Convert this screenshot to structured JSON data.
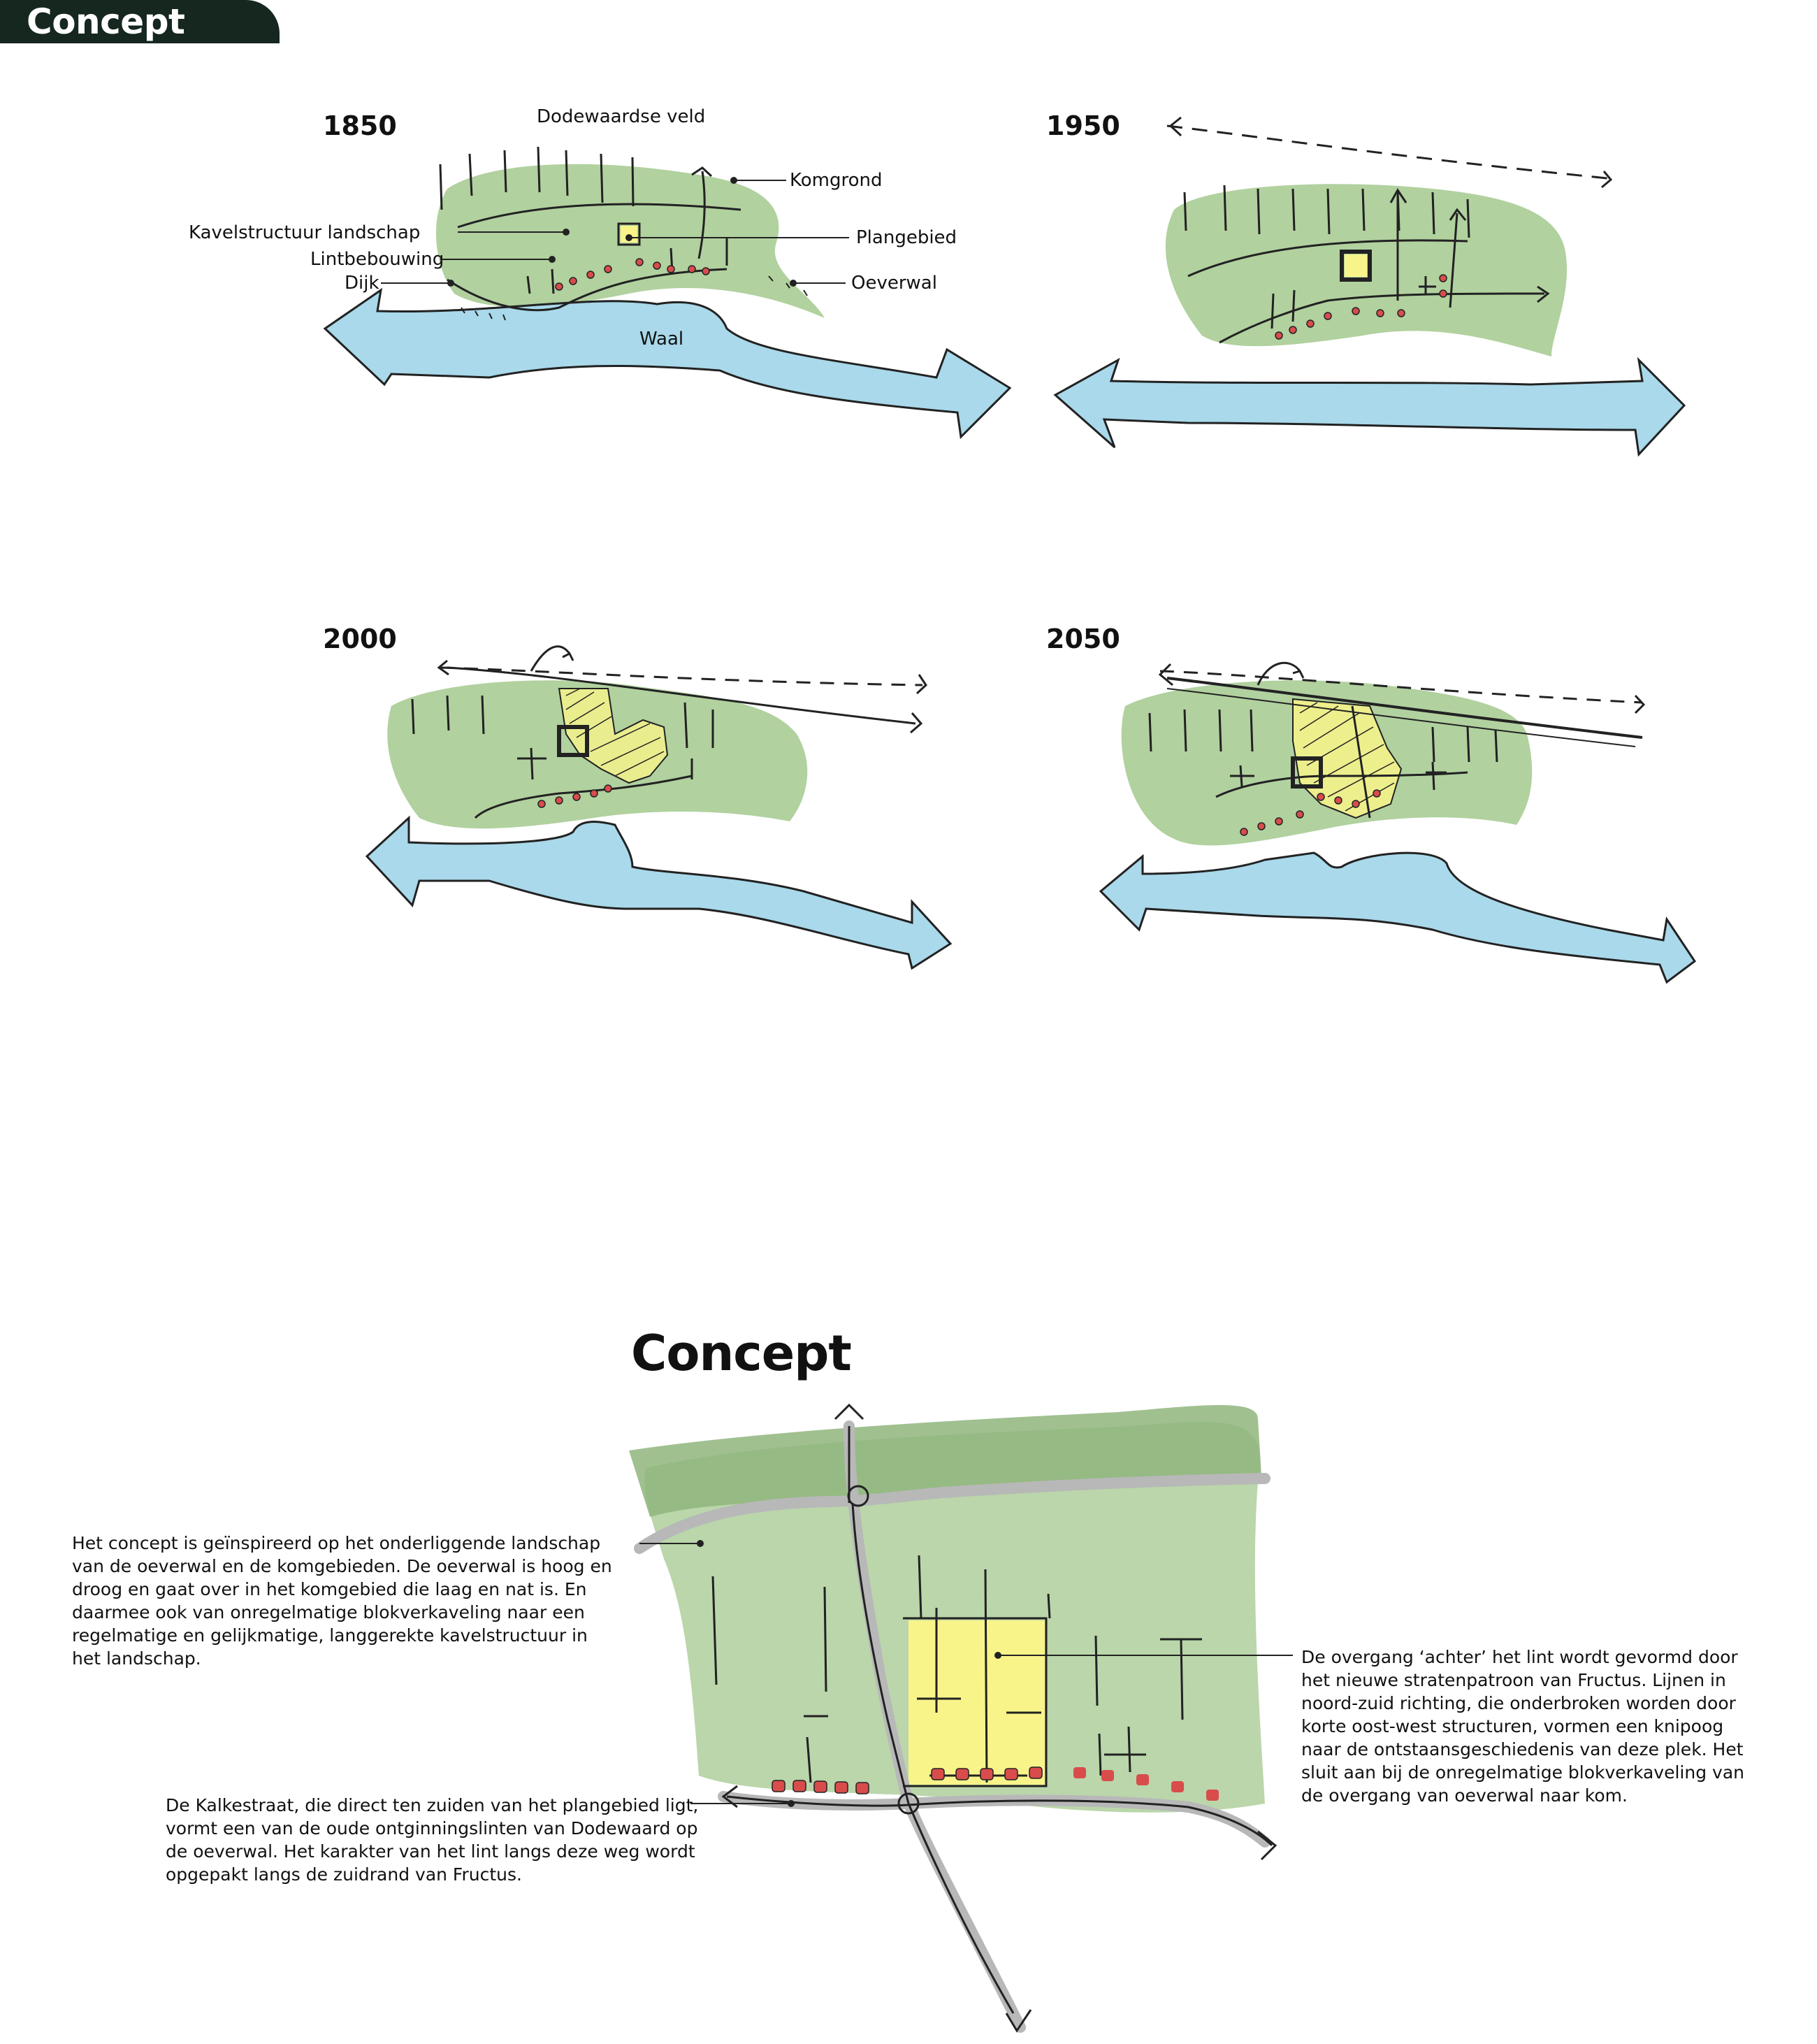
{
  "header": {
    "tab_label": "Concept"
  },
  "timeline": [
    {
      "year": "1850"
    },
    {
      "year": "1950"
    },
    {
      "year": "2000"
    },
    {
      "year": "2050"
    }
  ],
  "labels_1850": {
    "dodewaardse_veld": "Dodewaardse veld",
    "komgrond": "Komgrond",
    "kavelstructuur": "Kavelstructuur landschap",
    "plangebied": "Plangebied",
    "lintbebouwing": "Lintbebouwing",
    "dijk": "Dijk",
    "oeverwal": "Oeverwal",
    "waal": "Waal"
  },
  "concept": {
    "title": "Concept",
    "text_left": "Het concept is geïnspireerd op het onderliggende landschap\nvan de oeverwal en de komgebieden. De oeverwal is hoog en\ndroog en gaat over in het komgebied die laag en nat is. En\ndaarmee ook van onregelmatige blokverkaveling naar een\nregelmatige en gelijkmatige, langgerekte kavelstructuur in\nhet landschap.",
    "text_right": "De overgang ‘achter’ het lint wordt gevormd door\nhet nieuwe stratenpatroon van Fructus. Lijnen in\nnoord-zuid richting, die onderbroken worden door\nkorte oost-west structuren, vormen een knipoog\nnaar de ontstaansgeschiedenis van deze plek. Het\nsluit aan bij de onregelmatige blokverkaveling van\nde overgang van oeverwal naar kom.",
    "text_bottom": "De Kalkestraat, die direct ten zuiden van het plangebied ligt,\nvormt een van de oude ontginningslinten van Dodewaard op\nde oeverwal. Het karakter van het lint langs deze weg wordt\nopgepakt langs de zuidrand van Fructus."
  },
  "colors": {
    "green": "#a9cc95",
    "dark_green": "#8fb57c",
    "water": "#a9d9ea",
    "yellow": "#f8f48a",
    "house_red": "#d94c4c",
    "road_grey": "#b8b8b8",
    "tab": "#15271f"
  }
}
